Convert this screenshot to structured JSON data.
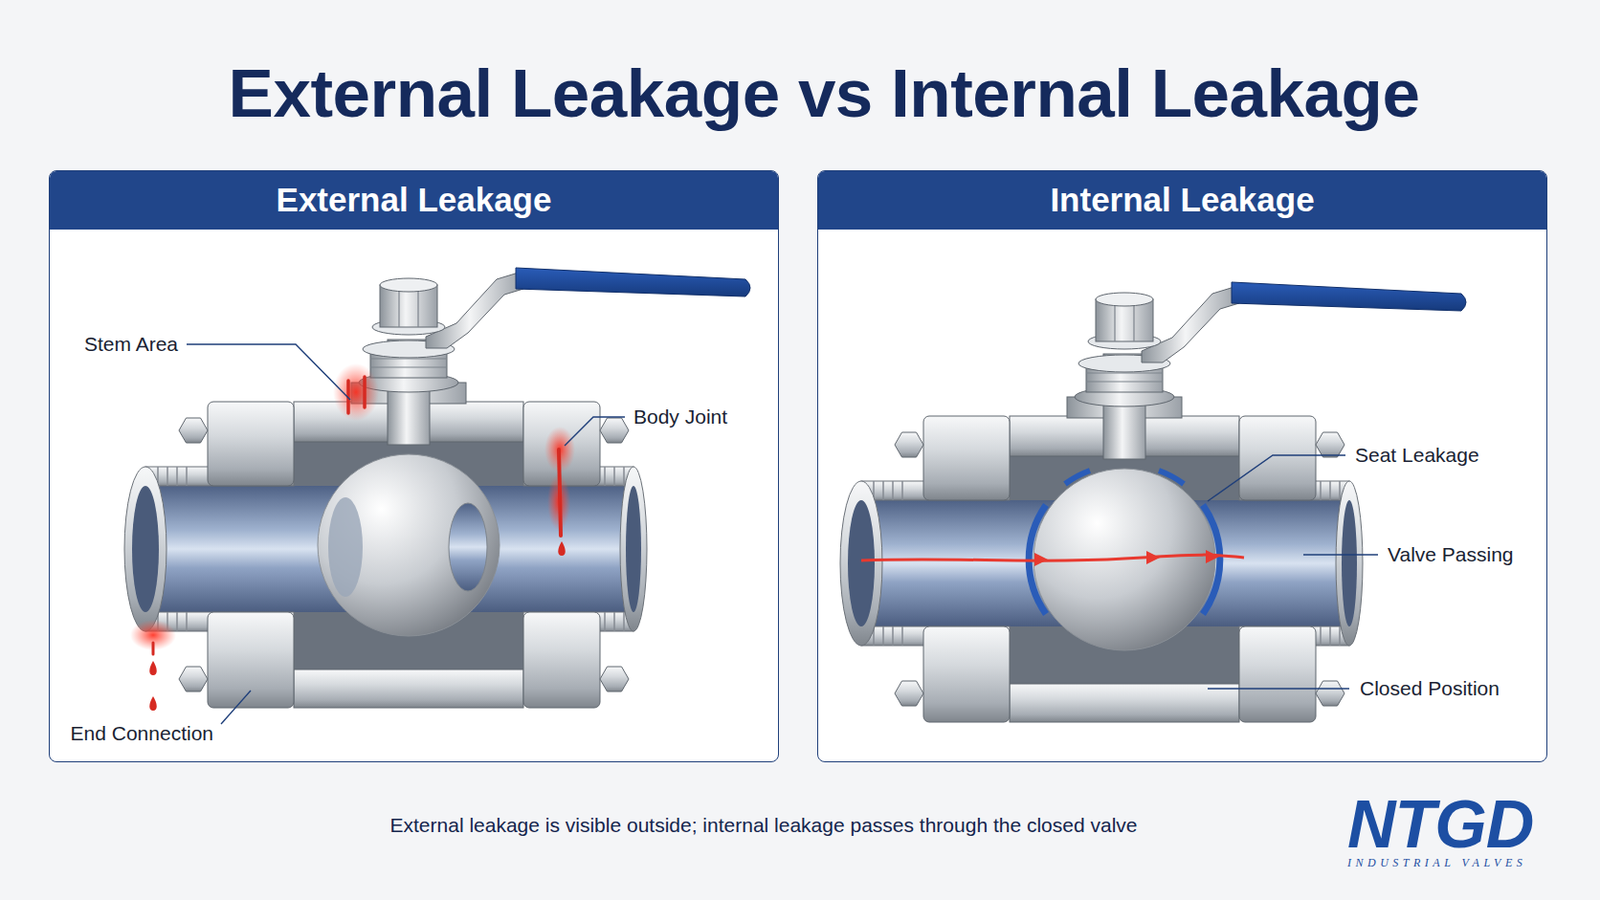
{
  "diagram": {
    "title": "External Leakage vs Internal Leakage",
    "caption": "External leakage is visible outside; internal leakage passes through the closed valve",
    "nodes": [
      {
        "text": [
          "External Leakage"
        ]
      },
      {
        "text": [
          "Internal Leakage"
        ]
      }
    ],
    "labels": [
      "Stem Area",
      "Body Joint",
      "End Connection",
      "Seat Leakage",
      "Valve Passing",
      "Closed Position",
      "NTGD",
      "INDUSTRIAL VALVES"
    ]
  }
}
